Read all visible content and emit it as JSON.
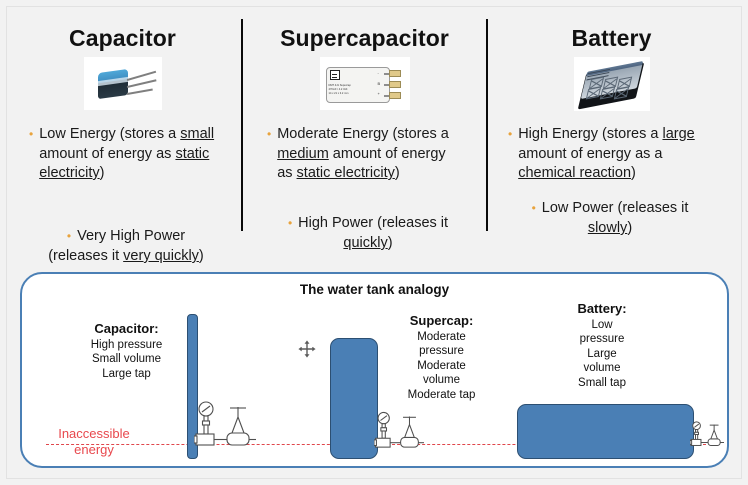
{
  "slide": {
    "background_color": "#f2f2f2"
  },
  "columns": [
    {
      "title": "Capacitor",
      "thumbnail_icon": "electrolytic-capacitor-photo",
      "bullets": [
        {
          "segments": [
            {
              "text": "Low Energy (stores a ",
              "underline": false
            },
            {
              "text": "small",
              "underline": true
            },
            {
              "text": " amount of energy as ",
              "underline": false
            },
            {
              "text": "static electricity",
              "underline": true
            },
            {
              "text": ")",
              "underline": false
            }
          ]
        }
      ],
      "power_bullet": {
        "line1": "Very High Power",
        "line2_prefix": "(releases it ",
        "line2_underline": "very quickly",
        "line2_suffix": ")"
      }
    },
    {
      "title": "Supercapacitor",
      "thumbnail_icon": "supercapacitor-module-photo",
      "thumbnail_text": {
        "line1": "DMT 4J1 Supercap",
        "line2": "470mF / 4.2 Volt",
        "line3": "14 x 21 x 3.2 mm",
        "terminal_b": "B",
        "terminal_minus": "-",
        "terminal_plus": "+"
      },
      "bullets": [
        {
          "segments": [
            {
              "text": "Moderate Energy (stores a ",
              "underline": false
            },
            {
              "text": "medium",
              "underline": true
            },
            {
              "text": " amount of energy as ",
              "underline": false
            },
            {
              "text": "static electricity",
              "underline": true
            },
            {
              "text": ")",
              "underline": false
            }
          ]
        }
      ],
      "power_bullet": {
        "line1": "High Power (releases it",
        "line2_prefix": "",
        "line2_underline": "quickly",
        "line2_suffix": ")"
      }
    },
    {
      "title": "Battery",
      "thumbnail_icon": "lithium-battery-pack-photo",
      "bullets": [
        {
          "segments": [
            {
              "text": "High Energy (stores a ",
              "underline": false
            },
            {
              "text": "large",
              "underline": true
            },
            {
              "text": " amount of energy as a ",
              "underline": false
            },
            {
              "text": "chemical reaction",
              "underline": true
            },
            {
              "text": ")",
              "underline": false
            }
          ]
        }
      ],
      "power_bullet": {
        "line1": "Low Power (releases it",
        "line2_prefix": "",
        "line2_underline": "slowly",
        "line2_suffix": ")"
      }
    }
  ],
  "analogy": {
    "title": "The water tank analogy",
    "inaccessible_label_line1": "Inaccessible",
    "inaccessible_label_line2": "energy",
    "accent_color": "#4a7fb5",
    "tank_color": "#4a7fb5",
    "dashline_color": "#e0464b",
    "inaccessible_color": "#e8484d",
    "tanks": [
      {
        "name": "Capacitor:",
        "attributes": [
          "High pressure",
          "Small volume",
          "Large tap"
        ],
        "shape": "tall-narrow"
      },
      {
        "name": "Supercap:",
        "attributes": [
          "Moderate",
          "pressure",
          "Moderate",
          "volume",
          "Moderate tap"
        ],
        "shape": "tall-medium"
      },
      {
        "name": "Battery:",
        "attributes": [
          "Low",
          "pressure",
          "Large",
          "volume",
          "Small tap"
        ],
        "shape": "short-wide"
      }
    ]
  },
  "cursor": {
    "icon": "move-cursor"
  }
}
